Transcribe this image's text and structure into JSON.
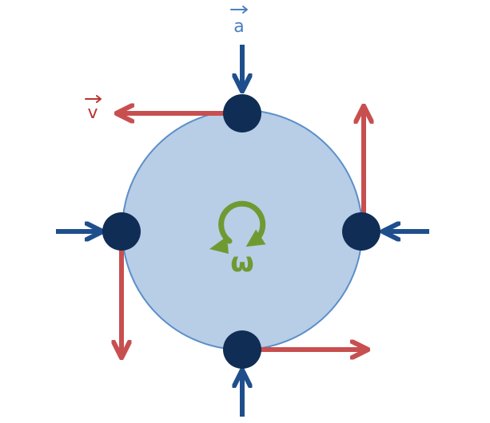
{
  "labels": {
    "acceleration": "a",
    "velocity": "v",
    "angular_velocity": "ω"
  },
  "colors": {
    "disc_fill": "#b8cde6",
    "disc_stroke": "#5b8fc9",
    "mass": "#0f2d55",
    "acceleration_arrow": "#1e4f8c",
    "velocity_arrow": "#c84f4f",
    "rotation_arrow": "#6f9a32"
  }
}
